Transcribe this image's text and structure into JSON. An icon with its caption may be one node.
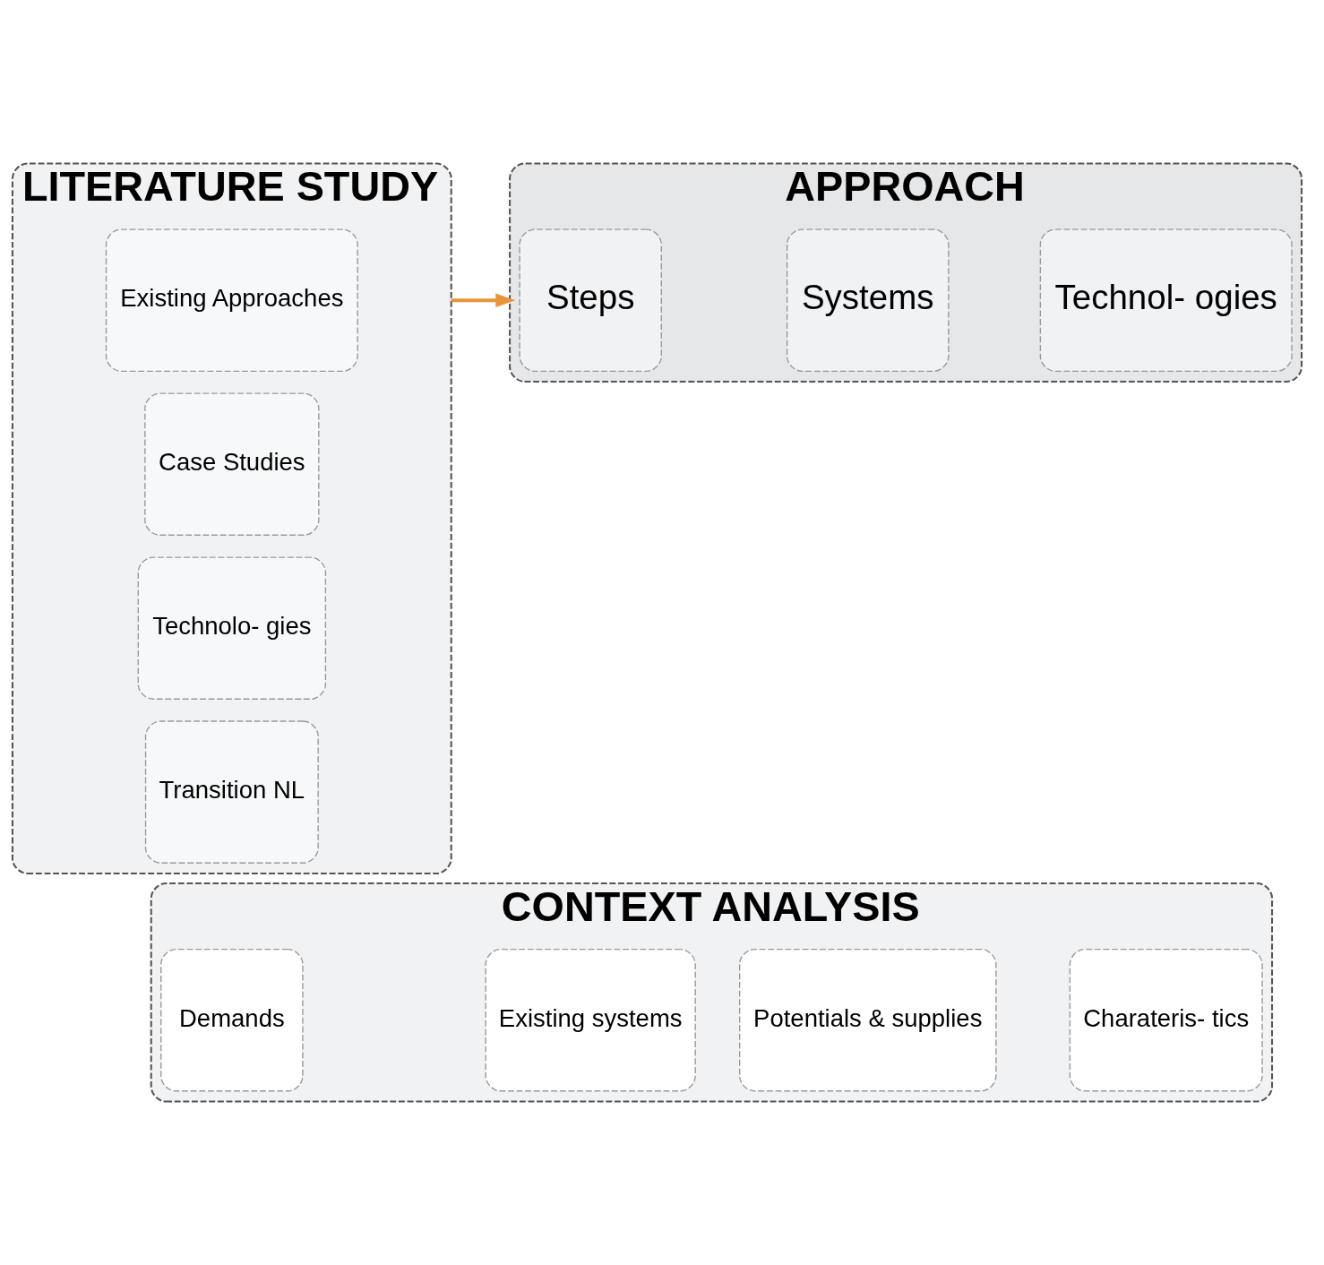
{
  "diagram": {
    "nodes": [
      {
        "text": [
          "CONTEXT ANALYSIS"
        ]
      },
      {
        "text": [
          "Demands"
        ],
        "in": 0
      },
      {
        "text": [
          "Existing systems"
        ],
        "in": 0
      },
      {
        "text": [
          "Potentials & supplies"
        ],
        "in": 0
      },
      {
        "text": [
          "Charateris- tics"
        ],
        "in": 0
      },
      {
        "text": [
          "LITERATURE STUDY"
        ]
      },
      {
        "text": [
          "Transition NL"
        ],
        "in": 5
      },
      {
        "text": [
          "Technolo- gies"
        ],
        "in": 5
      },
      {
        "text": [
          "Case Studies"
        ],
        "in": 5
      },
      {
        "text": [
          "Existing Approaches"
        ],
        "in": 5
      },
      {
        "text": [
          "APPROACH"
        ]
      },
      {
        "text": [
          "Steps"
        ],
        "in": 10
      },
      {
        "text": [
          "Systems"
        ],
        "in": 10
      },
      {
        "text": [
          "Technol- ogies"
        ],
        "in": 10
      }
    ],
    "edges": [
      {
        "from": 5,
        "to": 10,
        "arrow": "to",
        "color": "#e8943a"
      }
    ]
  }
}
